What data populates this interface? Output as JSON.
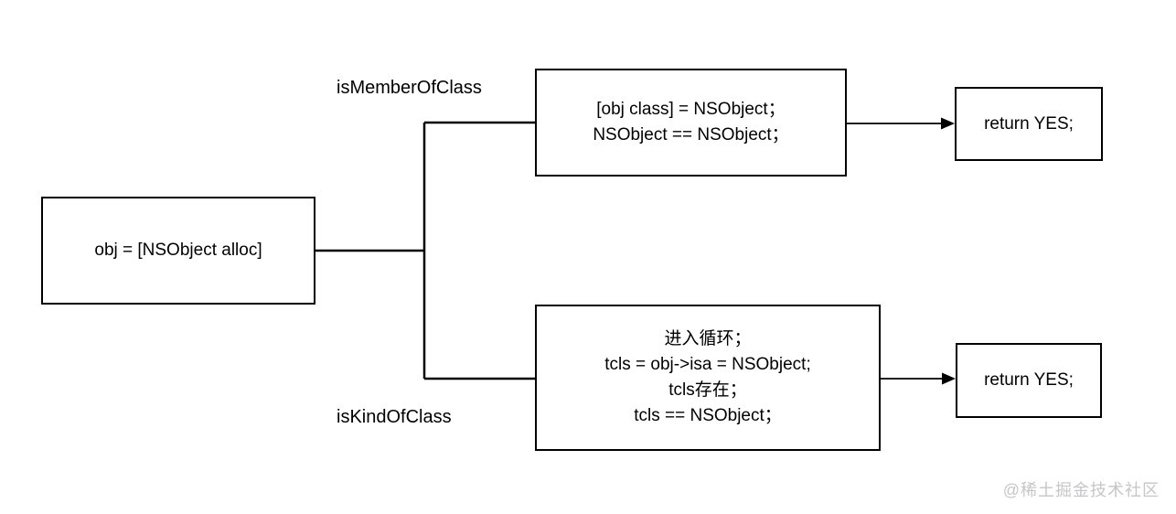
{
  "diagram": {
    "start_box": {
      "text": "obj = [NSObject alloc]"
    },
    "branch_top": {
      "label": "isMemberOfClass",
      "process_box": {
        "lines": [
          "[obj class] = NSObject；",
          "NSObject == NSObject；"
        ]
      },
      "result_box": {
        "text": "return YES;"
      }
    },
    "branch_bottom": {
      "label": "isKindOfClass",
      "process_box": {
        "lines": [
          "进入循环；",
          "tcls = obj->isa = NSObject;",
          "tcls存在；",
          "tcls == NSObject；"
        ]
      },
      "result_box": {
        "text": "return YES;"
      }
    },
    "watermark": "@稀土掘金技术社区",
    "colors": {
      "background": "#ffffff",
      "box_border": "#000000",
      "connector_line": "#000000",
      "text": "#000000",
      "watermark": "#c6c6c8"
    }
  }
}
